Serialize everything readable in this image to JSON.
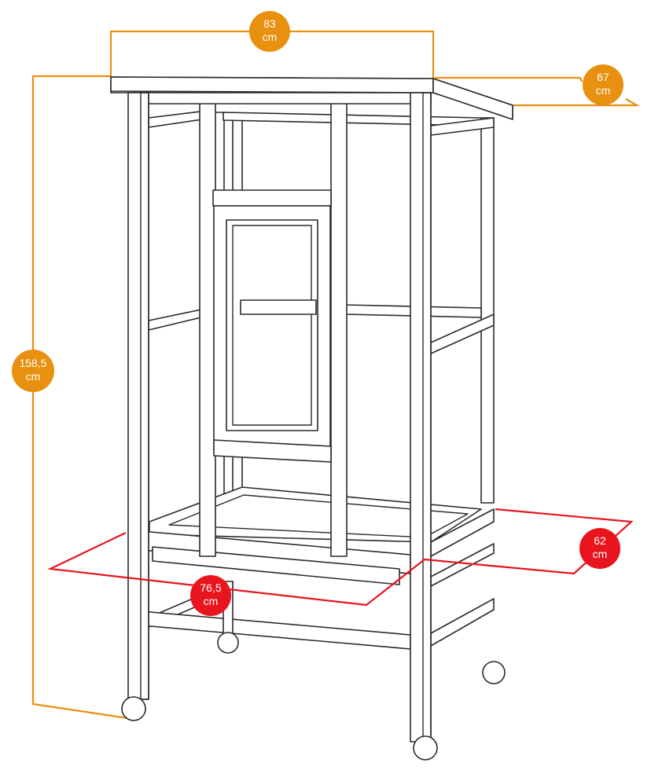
{
  "colors": {
    "orange_dimension": "#e8900f",
    "red_dimension": "#e8141e",
    "outline": "#2a2a2a"
  },
  "dimensions": {
    "top_width": {
      "value": "83",
      "unit": "cm"
    },
    "top_depth": {
      "value": "67",
      "unit": "cm"
    },
    "height": {
      "value": "158,5",
      "unit": "cm"
    },
    "tray_depth": {
      "value": "62",
      "unit": "cm"
    },
    "tray_width": {
      "value": "76,5",
      "unit": "cm"
    }
  }
}
